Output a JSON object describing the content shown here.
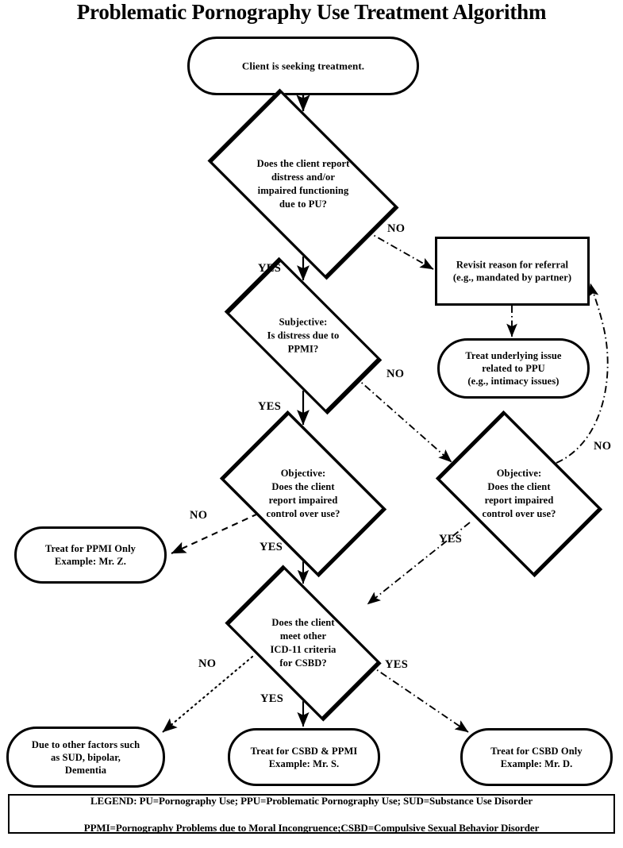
{
  "title": "Problematic Pornography Use Treatment Algorithm",
  "chart_data": {
    "type": "diagram",
    "diagram_kind": "flowchart",
    "title": "Problematic Pornography Use Treatment Algorithm",
    "nodes": [
      {
        "id": "start",
        "shape": "terminator",
        "text": "Client is seeking treatment."
      },
      {
        "id": "d1",
        "shape": "decision",
        "text": "Does the client report\ndistress and/or\nimpaired functioning\ndue to PU?"
      },
      {
        "id": "revisit",
        "shape": "process",
        "text": "Revisit reason for referral\n(e.g., mandated by partner)"
      },
      {
        "id": "treat_under",
        "shape": "terminator",
        "text": "Treat underlying issue\nrelated to PPU\n(e.g., intimacy issues)"
      },
      {
        "id": "d2",
        "shape": "decision",
        "text": "Subjective:\nIs distress due to\nPPMI?"
      },
      {
        "id": "d3_left",
        "shape": "decision",
        "text": "Objective:\nDoes the client\nreport impaired\ncontrol over use?"
      },
      {
        "id": "d3_right",
        "shape": "decision",
        "text": "Objective:\nDoes the client\nreport impaired\ncontrol over use?"
      },
      {
        "id": "ppmi_only",
        "shape": "terminator",
        "text": "Treat for PPMI Only\nExample: Mr. Z."
      },
      {
        "id": "d4",
        "shape": "decision",
        "text": "Does the client\nmeet other\nICD-11 criteria\nfor CSBD?"
      },
      {
        "id": "other_factors",
        "shape": "terminator",
        "text": "Due to other factors such\nas SUD, bipolar,\nDementia"
      },
      {
        "id": "csbd_ppmi",
        "shape": "terminator",
        "text": "Treat for CSBD & PPMI\nExample: Mr. S."
      },
      {
        "id": "csbd_only",
        "shape": "terminator",
        "text": "Treat for CSBD Only\nExample: Mr. D."
      }
    ],
    "edges": [
      {
        "from": "start",
        "to": "d1",
        "label": "",
        "style": "solid"
      },
      {
        "from": "d1",
        "to": "d2",
        "label": "YES",
        "style": "solid"
      },
      {
        "from": "d1",
        "to": "revisit",
        "label": "NO",
        "style": "dash-dot"
      },
      {
        "from": "revisit",
        "to": "treat_under",
        "label": "",
        "style": "dash-dot"
      },
      {
        "from": "d2",
        "to": "d3_left",
        "label": "YES",
        "style": "solid"
      },
      {
        "from": "d2",
        "to": "d3_right",
        "label": "NO",
        "style": "dash-dot"
      },
      {
        "from": "d3_left",
        "to": "ppmi_only",
        "label": "NO",
        "style": "dashed"
      },
      {
        "from": "d3_left",
        "to": "d4",
        "label": "YES",
        "style": "solid"
      },
      {
        "from": "d3_right",
        "to": "d4",
        "label": "YES",
        "style": "dash-dot"
      },
      {
        "from": "d3_right",
        "to": "revisit",
        "label": "NO",
        "style": "dash-dot-curved"
      },
      {
        "from": "d4",
        "to": "other_factors",
        "label": "NO",
        "style": "dotted"
      },
      {
        "from": "d4",
        "to": "csbd_ppmi",
        "label": "YES",
        "style": "solid"
      },
      {
        "from": "d4",
        "to": "csbd_only",
        "label": "YES",
        "style": "dash-dot"
      }
    ],
    "legend": "LEGEND: PU=Pornography Use; PPU=Problematic Pornography Use; SUD=Substance Use Disorder\nPPMI=Pornography Problems due to Moral Incongruence;CSBD=Compulsive Sexual Behavior Disorder"
  },
  "nodes": {
    "start": {
      "text": "Client is seeking treatment."
    },
    "d1": {
      "text": "Does the client report\ndistress and/or\nimpaired functioning\ndue to PU?"
    },
    "revisit": {
      "text": "Revisit reason for referral\n(e.g., mandated by partner)"
    },
    "treat_under": {
      "text": "Treat underlying issue\nrelated to PPU\n(e.g., intimacy issues)"
    },
    "d2": {
      "text": "Subjective:\nIs distress due to\nPPMI?"
    },
    "d3_left": {
      "text": "Objective:\nDoes the client\nreport impaired\ncontrol over use?"
    },
    "d3_right": {
      "text": "Objective:\nDoes the client\nreport impaired\ncontrol over use?"
    },
    "ppmi_only": {
      "text": "Treat for PPMI Only\nExample: Mr. Z."
    },
    "d4": {
      "text": "Does the client\nmeet other\nICD-11 criteria\nfor CSBD?"
    },
    "other_factors": {
      "text": "Due to other factors such\nas SUD, bipolar,\nDementia"
    },
    "csbd_ppmi": {
      "text": "Treat for CSBD & PPMI\nExample: Mr. S."
    },
    "csbd_only": {
      "text": "Treat for CSBD Only\nExample: Mr. D."
    }
  },
  "edge_labels": {
    "d1_yes": "YES",
    "d1_no": "NO",
    "d2_yes": "YES",
    "d2_no": "NO",
    "d3left_no": "NO",
    "d3left_yes": "YES",
    "d3right_yes": "YES",
    "d3right_no": "NO",
    "d4_no": "NO",
    "d4_yes_down": "YES",
    "d4_yes_right": "YES"
  },
  "legend": {
    "line1": "LEGEND: PU=Pornography Use; PPU=Problematic Pornography Use; SUD=Substance Use Disorder",
    "line2": "PPMI=Pornography Problems due to Moral Incongruence;CSBD=Compulsive Sexual Behavior Disorder"
  },
  "colors": {
    "ink": "#000000",
    "paper": "#ffffff"
  }
}
